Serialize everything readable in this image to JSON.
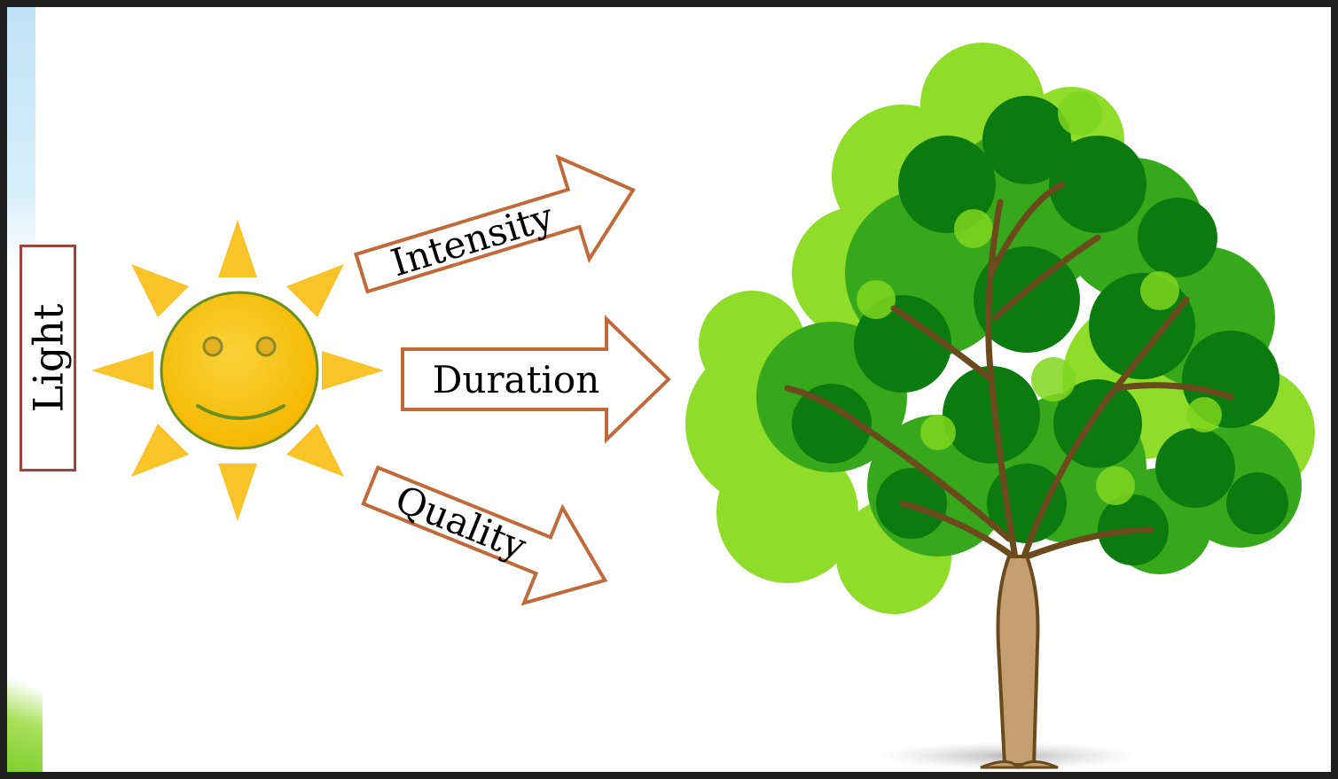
{
  "diagram": {
    "light_label": "Light",
    "arrows": [
      {
        "label": "Intensity"
      },
      {
        "label": "Duration"
      },
      {
        "label": "Quality"
      }
    ]
  },
  "colors": {
    "arrow_stroke": "#c06a3a",
    "light_box_border": "#a0433c",
    "sun_face": "#f9c40c",
    "sun_rays": "#f9c42a",
    "sun_outline": "#6b8f1f",
    "leaf_dark": "#0b7a0f",
    "leaf_mid": "#37a81c",
    "leaf_light": "#8fdc2a",
    "trunk": "#c4a070"
  }
}
